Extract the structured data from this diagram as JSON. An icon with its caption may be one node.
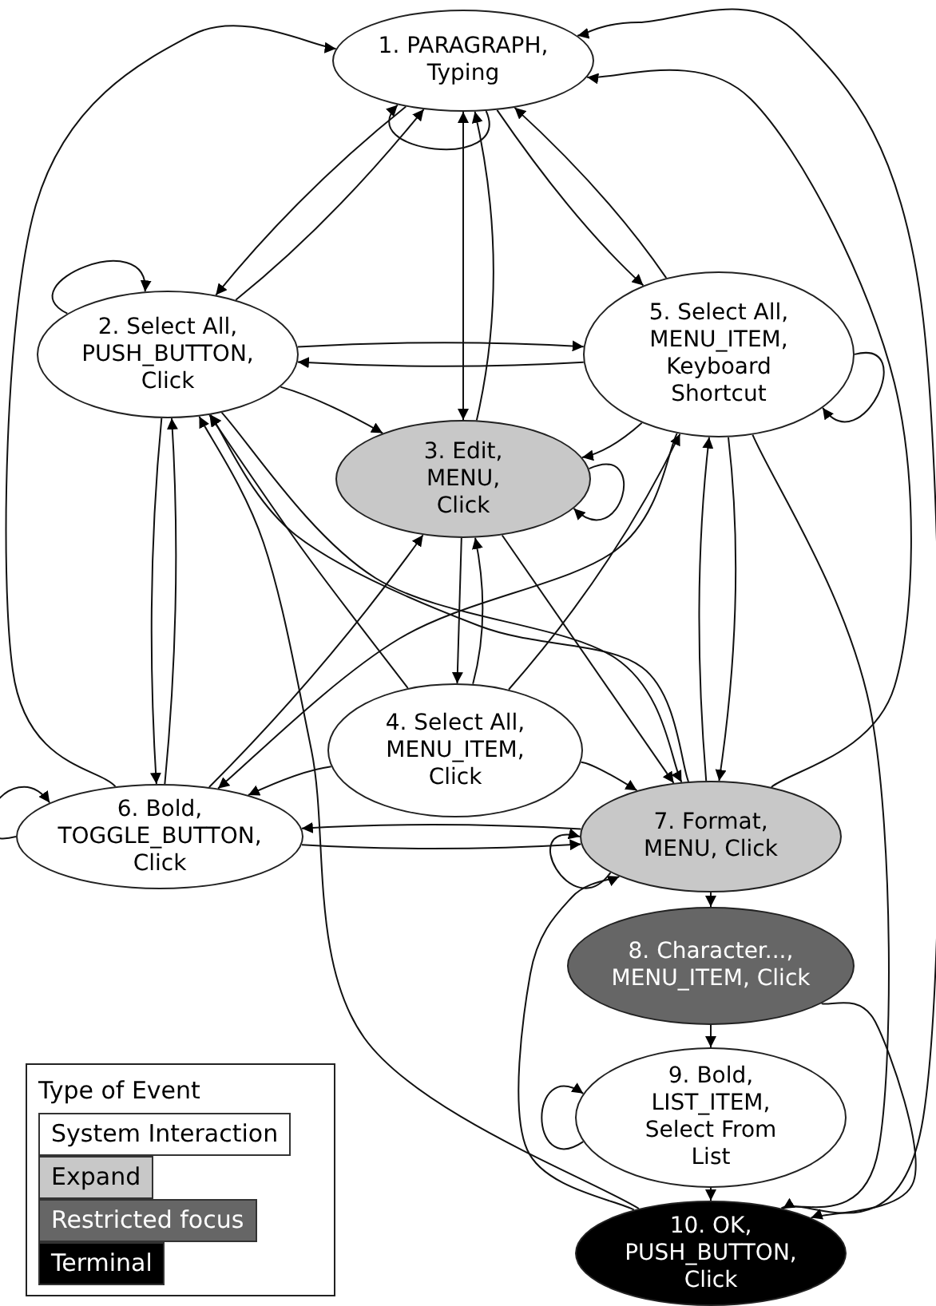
{
  "diagram": {
    "nodes": [
      {
        "text": [
          "1. PARAGRAPH, Typing"
        ]
      },
      {
        "text": [
          "2. Select All, PUSH_BUTTON, Click"
        ]
      },
      {
        "text": [
          "3. Edit, MENU, Click"
        ]
      },
      {
        "text": [
          "5. Select All, MENU_ITEM, Keyboard Shortcut"
        ]
      },
      {
        "text": [
          "4. Select All, MENU_ITEM, Click"
        ]
      },
      {
        "text": [
          "6. Bold, TOGGLE_BUTTON, Click"
        ]
      },
      {
        "text": [
          "7. Format, MENU, Click"
        ]
      },
      {
        "text": [
          "8. Character..., MENU_ITEM, Click"
        ]
      },
      {
        "text": [
          "9. Bold, LIST_ITEM, Select From List"
        ]
      },
      {
        "text": [
          "10. OK, PUSH_BUTTON, Click"
        ]
      }
    ],
    "edges": [
      {
        "from": 0,
        "to": 0,
        "arrow": "to"
      },
      {
        "from": 0,
        "to": 1,
        "arrow": "to"
      },
      {
        "from": 1,
        "to": 0,
        "arrow": "to"
      },
      {
        "from": 0,
        "to": 2,
        "arrow": "both"
      },
      {
        "from": 2,
        "to": 0,
        "arrow": "to"
      },
      {
        "from": 0,
        "to": 3,
        "arrow": "to"
      },
      {
        "from": 3,
        "to": 0,
        "arrow": "to"
      },
      {
        "from": 5,
        "to": 0,
        "arrow": "to"
      },
      {
        "from": 6,
        "to": 0,
        "arrow": "to"
      },
      {
        "from": 9,
        "to": 0,
        "arrow": "to"
      },
      {
        "from": 1,
        "to": 1,
        "arrow": "to"
      },
      {
        "from": 1,
        "to": 3,
        "arrow": "to"
      },
      {
        "from": 3,
        "to": 1,
        "arrow": "to"
      },
      {
        "from": 1,
        "to": 2,
        "arrow": "to"
      },
      {
        "from": 5,
        "to": 1,
        "arrow": "to"
      },
      {
        "from": 4,
        "to": 1,
        "arrow": "to"
      },
      {
        "from": 6,
        "to": 1,
        "arrow": "to"
      },
      {
        "from": 1,
        "to": 5,
        "arrow": "to"
      },
      {
        "from": 1,
        "to": 6,
        "arrow": "to"
      },
      {
        "from": 2,
        "to": 2,
        "arrow": "to"
      },
      {
        "from": 2,
        "to": 4,
        "arrow": "to"
      },
      {
        "from": 4,
        "to": 2,
        "arrow": "to"
      },
      {
        "from": 5,
        "to": 2,
        "arrow": "to"
      },
      {
        "from": 2,
        "to": 6,
        "arrow": "to"
      },
      {
        "from": 3,
        "to": 3,
        "arrow": "to"
      },
      {
        "from": 3,
        "to": 2,
        "arrow": "to"
      },
      {
        "from": 3,
        "to": 5,
        "arrow": "to"
      },
      {
        "from": 3,
        "to": 6,
        "arrow": "to"
      },
      {
        "from": 4,
        "to": 3,
        "arrow": "to"
      },
      {
        "from": 6,
        "to": 3,
        "arrow": "to"
      },
      {
        "from": 4,
        "to": 5,
        "arrow": "to"
      },
      {
        "from": 4,
        "to": 6,
        "arrow": "to"
      },
      {
        "from": 5,
        "to": 5,
        "arrow": "to"
      },
      {
        "from": 5,
        "to": 6,
        "arrow": "to"
      },
      {
        "from": 6,
        "to": 5,
        "arrow": "to"
      },
      {
        "from": 6,
        "to": 6,
        "arrow": "to"
      },
      {
        "from": 6,
        "to": 7,
        "arrow": "to"
      },
      {
        "from": 7,
        "to": 8,
        "arrow": "to"
      },
      {
        "from": 8,
        "to": 8,
        "arrow": "to"
      },
      {
        "from": 8,
        "to": 9,
        "arrow": "to"
      },
      {
        "from": 7,
        "to": 9,
        "arrow": "to"
      },
      {
        "from": 9,
        "to": 6,
        "arrow": "to"
      },
      {
        "from": 3,
        "to": 9,
        "arrow": "to"
      },
      {
        "from": 9,
        "to": 1,
        "arrow": "to"
      }
    ],
    "legend": [
      {
        "text": "System Interaction",
        "color": "#ffffff"
      },
      {
        "text": "Expand",
        "color": "#c8c8c8"
      },
      {
        "text": "Restricted focus",
        "color": "#666666"
      },
      {
        "text": "Terminal",
        "color": "#000000"
      }
    ],
    "labels": [
      "Type of Event"
    ]
  }
}
